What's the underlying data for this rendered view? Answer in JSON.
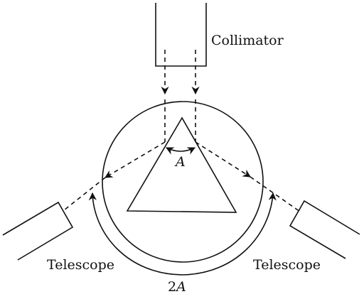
{
  "labels": {
    "collimator": "Collimator",
    "telescope_left": "Telescope",
    "telescope_right": "Telescope",
    "angle_apex": "A",
    "angle_total_num": "2",
    "angle_total_var": "A"
  },
  "colors": {
    "line": "#111111",
    "background": "#ffffff"
  }
}
